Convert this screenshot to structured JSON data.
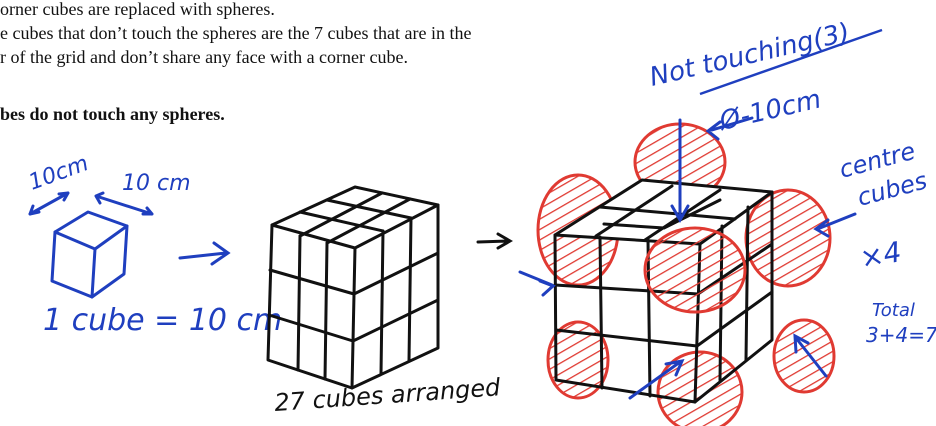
{
  "text": {
    "line1": "orner cubes are replaced with spheres.",
    "line2": "e cubes that don’t touch the spheres are the 7 cubes that are in the",
    "line3": "r of the grid and don’t share any face with a corner cube.",
    "line4": "bes do not touch any spheres."
  },
  "annotations": {
    "dim_left": "10cm",
    "dim_right": "10 cm",
    "cube_eq": "1 cube = 10 cm",
    "arranged": "27 cubes arranged",
    "not_touching": "Not touching(3)",
    "diameter": "Ø-10cm",
    "centre_cubes_1": "centre",
    "centre_cubes_2": "cubes",
    "centre_cubes_3": "×4",
    "total_1": "Total",
    "total_2": "3+4=7"
  },
  "colors": {
    "blue": "#1f3fbf",
    "red": "#e03a32",
    "ink": "#111111"
  }
}
